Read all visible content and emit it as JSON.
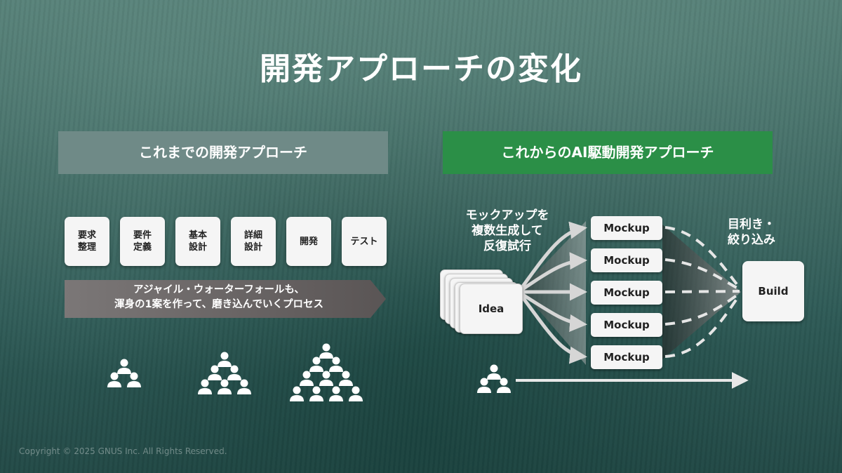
{
  "title": "開発アプローチの変化",
  "left": {
    "header": "これまでの開発アプローチ",
    "steps": [
      "要求\n整理",
      "要件\n定義",
      "基本\n設計",
      "詳細\n設計",
      "開発",
      "テスト"
    ],
    "process_text": "アジャイル・ウォーターフォールも、\n渾身の1案を作って、磨き込んでいくプロセス",
    "team_icons": [
      "small-team-icon",
      "medium-team-icon",
      "large-team-icon"
    ]
  },
  "right": {
    "header": "これからのAI駆動開発アプローチ",
    "mockup_label": "モックアップを\n複数生成して\n反復試行",
    "idea": "Idea",
    "mockups": [
      "Mockup",
      "Mockup",
      "Mockup",
      "Mockup",
      "Mockup"
    ],
    "judge_label": "目利き・\n絞り込み",
    "build": "Build",
    "team_icon": "small-team-icon"
  },
  "copyright": "Copyright © 2025 GNUS Inc. All Rights Reserved.",
  "colors": {
    "old_header": "#6f8a87",
    "new_header": "#2b8f47",
    "card": "#f5f5f5"
  }
}
